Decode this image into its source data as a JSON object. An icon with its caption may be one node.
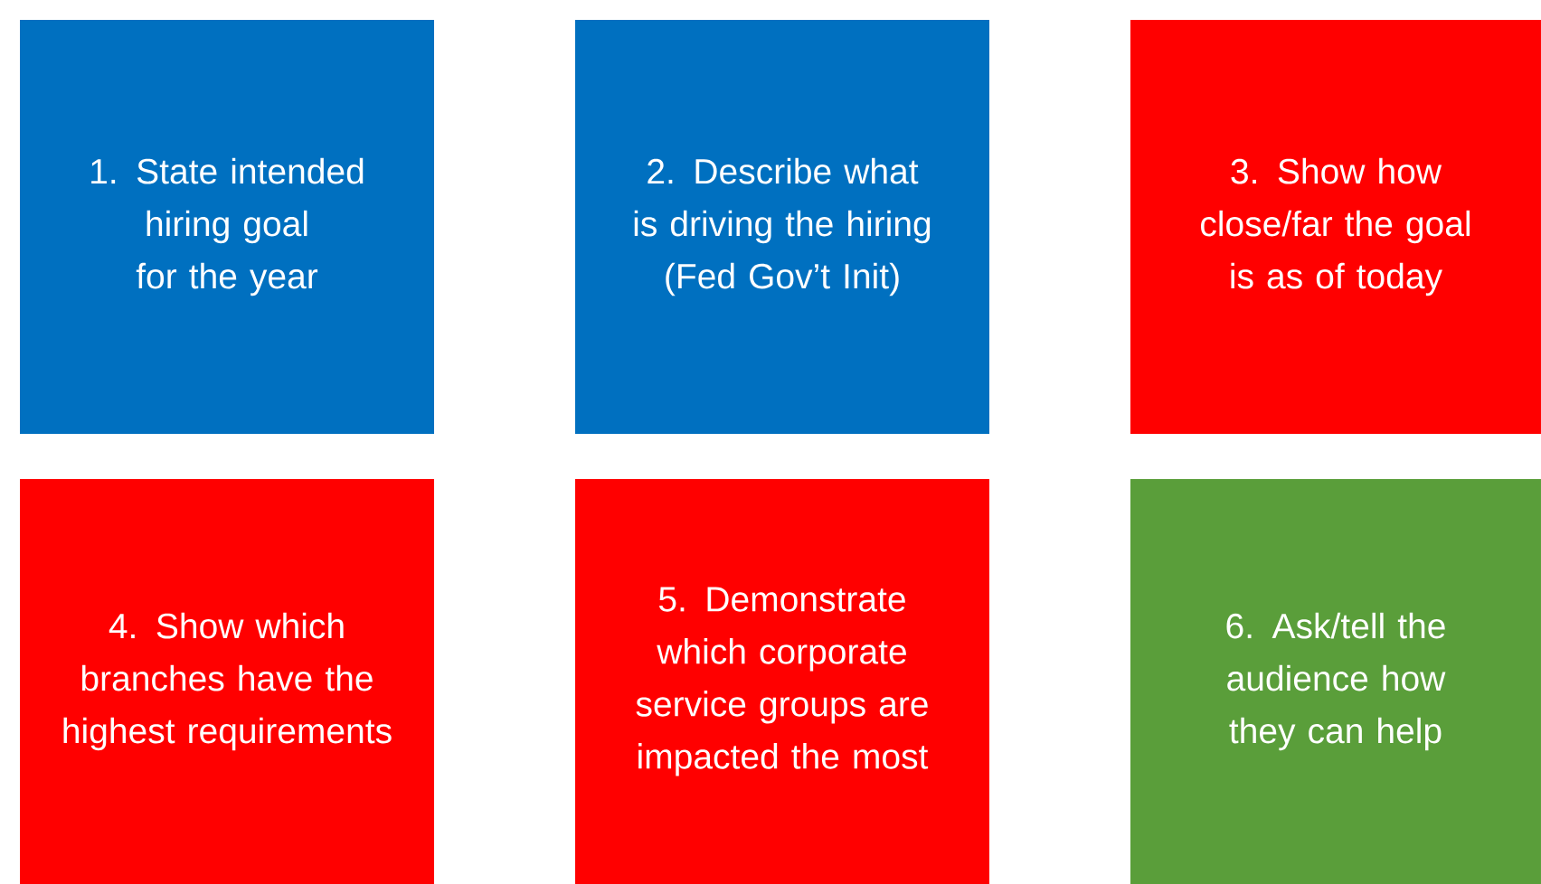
{
  "diagram": {
    "nodes": [
      {
        "text": [
          "1. State intended hiring goal for the year"
        ]
      },
      {
        "text": [
          "2. Describe what is driving the hiring (Fed Gov’t Init)"
        ]
      },
      {
        "text": [
          "3. Show how close/far the goal is as of today"
        ]
      },
      {
        "text": [
          "4. Show which branches have the highest requirements"
        ]
      },
      {
        "text": [
          "5. Demonstrate which corporate service groups are impacted the most"
        ]
      },
      {
        "text": [
          "6. Ask/tell the audience how they can help"
        ]
      }
    ]
  }
}
